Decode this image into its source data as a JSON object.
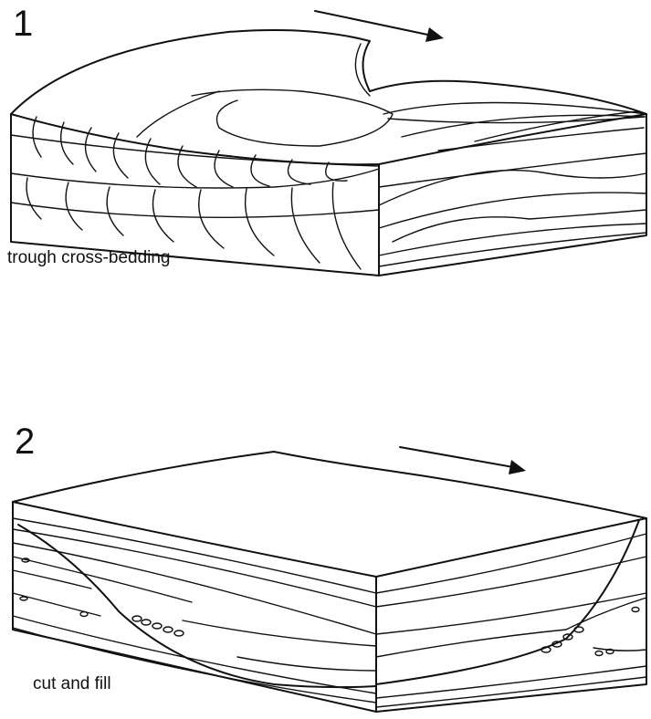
{
  "diagrams": [
    {
      "number": "1",
      "caption": "trough cross-bedding",
      "flow_arrow": "flow-direction-arrow"
    },
    {
      "number": "2",
      "caption": "cut and fill",
      "flow_arrow": "flow-direction-arrow"
    }
  ],
  "colors": {
    "ink": "#111111",
    "background": "#ffffff"
  }
}
